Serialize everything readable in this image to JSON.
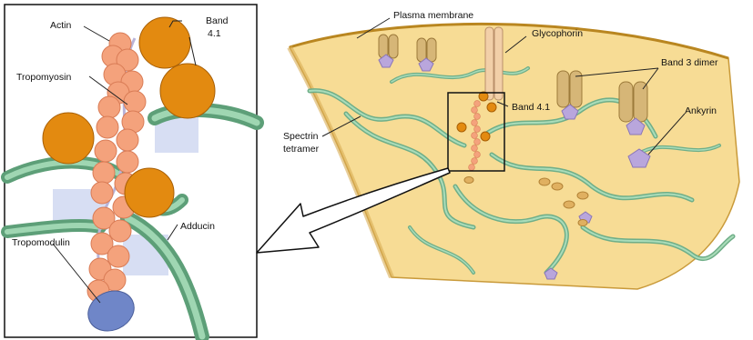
{
  "labels": {
    "actin": "Actin",
    "band41_left_line1": "Band",
    "band41_left_line2": "4.1",
    "tropomyosin": "Tropomyosin",
    "tropomodulin": "Tropomodulin",
    "adducin": "Adducin",
    "plasma_membrane": "Plasma membrane",
    "glycophorin": "Glycophorin",
    "band41_right": "Band 4.1",
    "band3_dimer": "Band 3 dimer",
    "ankyrin": "Ankyrin",
    "spectrin_line1": "Spectrin",
    "spectrin_line2": "tetramer"
  },
  "colors": {
    "actin": "#f4a27c",
    "band41": "#e38a10",
    "spectrin": "#8cc9a2",
    "spectrin_dark": "#5d9f78",
    "membrane": "#f6d88c",
    "membrane_edge": "#c99a3a",
    "band3": "#d6b677",
    "ankyrin": "#b9a6dc",
    "tropomodulin": "#6f86c8",
    "adducin_box": "#c9d3ef",
    "glycophorin": "#f0cba4"
  }
}
